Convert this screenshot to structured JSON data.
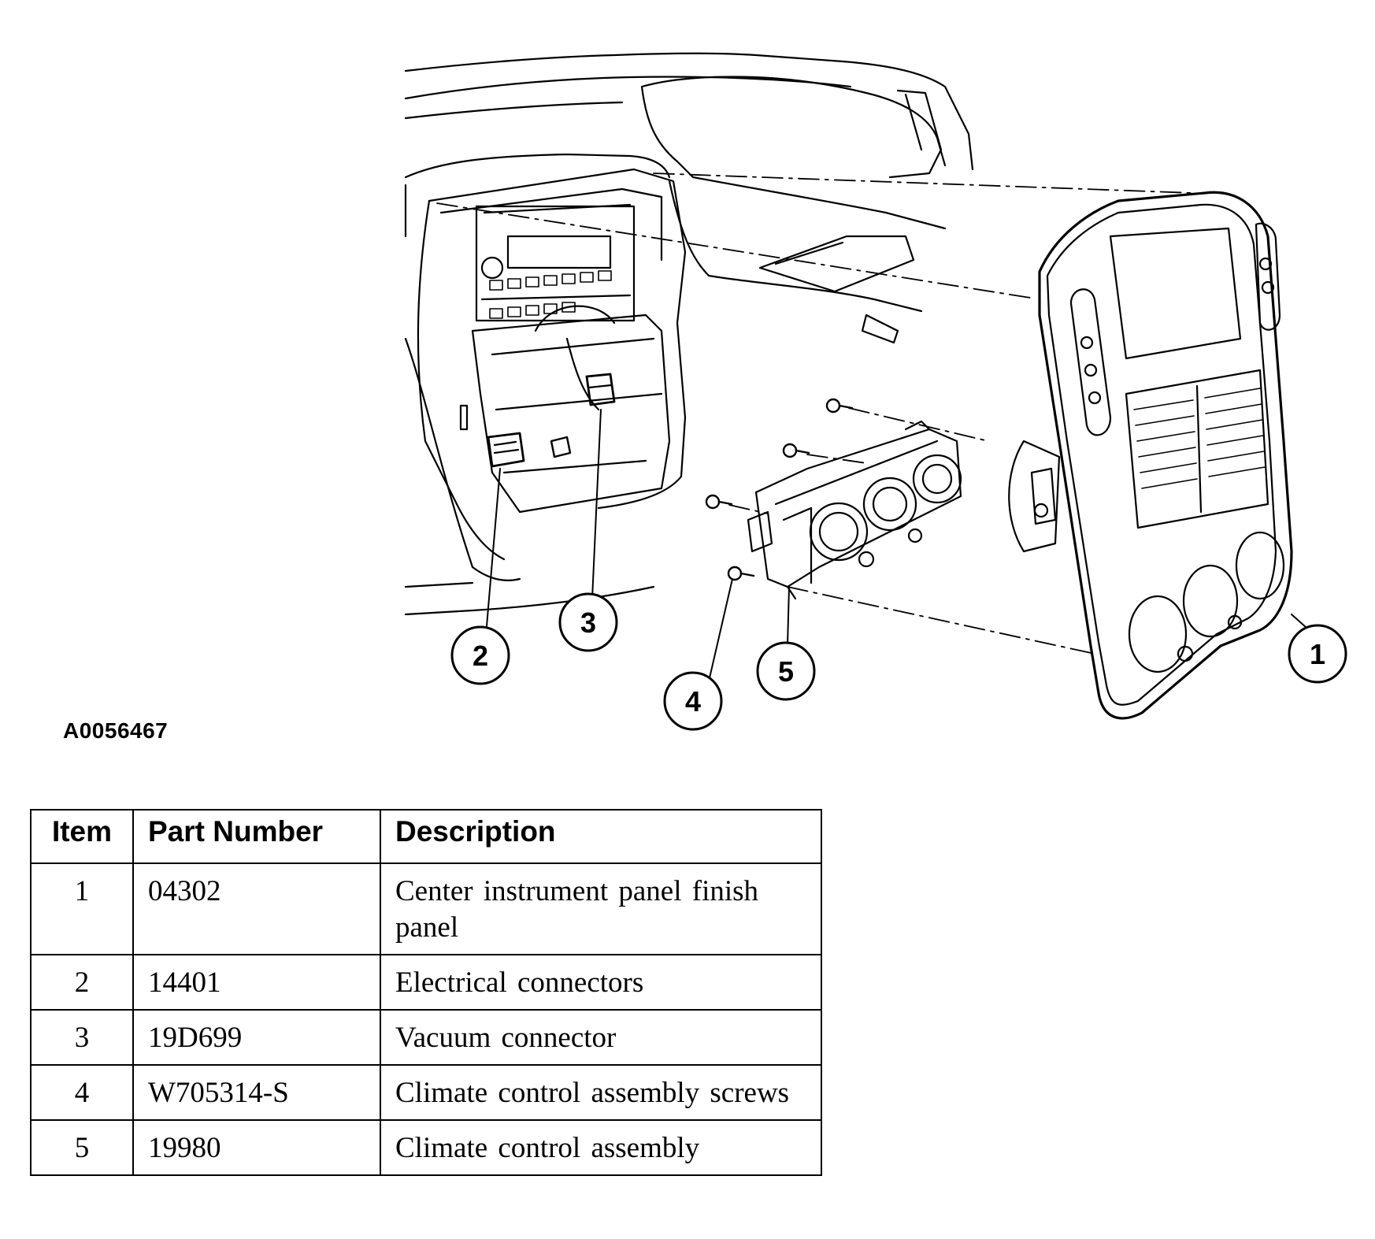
{
  "figure": {
    "id": "A0056467",
    "callouts": [
      "1",
      "2",
      "3",
      "4",
      "5"
    ]
  },
  "parts_table": {
    "headers": {
      "item": "Item",
      "part_number": "Part Number",
      "description": "Description"
    },
    "rows": [
      {
        "item": "1",
        "part_number": "04302",
        "description": "Center instrument panel finish panel"
      },
      {
        "item": "2",
        "part_number": "14401",
        "description": "Electrical connectors"
      },
      {
        "item": "3",
        "part_number": "19D699",
        "description": "Vacuum connector"
      },
      {
        "item": "4",
        "part_number": "W705314-S",
        "description": "Climate control assembly screws"
      },
      {
        "item": "5",
        "part_number": "19980",
        "description": "Climate control assembly"
      }
    ]
  }
}
